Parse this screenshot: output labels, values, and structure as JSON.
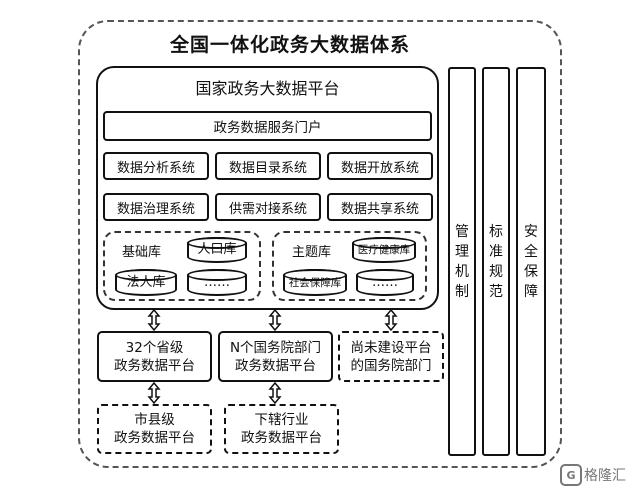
{
  "title": "全国一体化政务大数据体系",
  "platform": {
    "title": "国家政务大数据平台",
    "portal": "政务数据服务门户",
    "systems": [
      "数据分析系统",
      "数据目录系统",
      "数据开放系统",
      "数据治理系统",
      "供需对接系统",
      "数据共享系统"
    ],
    "base_group": {
      "label": "基础库",
      "items": [
        "人口库",
        "法人库",
        "……"
      ]
    },
    "theme_group": {
      "label": "主题库",
      "items": [
        "医疗健康库",
        "社会保障库",
        "……"
      ]
    }
  },
  "side_columns": [
    "管理机制",
    "标准规范",
    "安全保障"
  ],
  "lower_boxes": {
    "provincial": "32个省级\n政务数据平台",
    "ministries": "N个国务院部门\n政务数据平台",
    "no_platform": "尚未建设平台\n的国务院部门",
    "city": "市县级\n政务数据平台",
    "industry": "下辖行业\n政务数据平台"
  },
  "watermark": {
    "text": "格隆汇",
    "mark": "G"
  }
}
